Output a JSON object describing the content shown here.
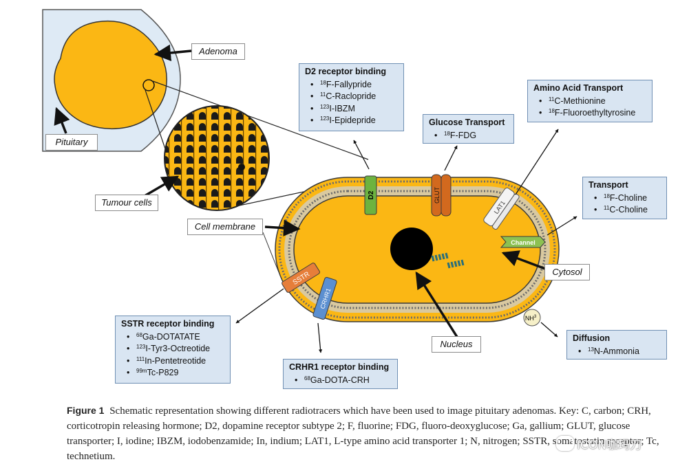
{
  "labels": {
    "adenoma": "Adenoma",
    "pituitary": "Pituitary",
    "tumour_cells": "Tumour cells",
    "cell_membrane": "Cell membrane",
    "cytosol": "Cytosol",
    "nucleus": "Nucleus"
  },
  "membrane_proteins": {
    "d2": "D2",
    "glut": "GLUT",
    "lat1": "LAT1",
    "channel": "Channel",
    "sstr": "SSTR",
    "crhr1": "CRHR1",
    "nh3": "NH",
    "nh3_sub": "3"
  },
  "boxes": {
    "d2": {
      "title": "D2 receptor binding",
      "items": [
        {
          "sup": "18",
          "text": "F-Fallypride"
        },
        {
          "sup": "11",
          "text": "C-Raclopride"
        },
        {
          "sup": "123",
          "text": "I-IBZM"
        },
        {
          "sup": "123",
          "text": "I-Epidepride"
        }
      ]
    },
    "glucose": {
      "title": "Glucose Transport",
      "items": [
        {
          "sup": "18",
          "text": "F-FDG"
        }
      ]
    },
    "amino": {
      "title": "Amino Acid Transport",
      "items": [
        {
          "sup": "11",
          "text": "C-Methionine"
        },
        {
          "sup": "18",
          "text": "F-Fluoroethyltyrosine"
        }
      ]
    },
    "transport": {
      "title": "Transport",
      "items": [
        {
          "sup": "18",
          "text": "F-Choline"
        },
        {
          "sup": "11",
          "text": "C-Choline"
        }
      ]
    },
    "diffusion": {
      "title": "Diffusion",
      "items": [
        {
          "sup": "13",
          "text": "N-Ammonia"
        }
      ]
    },
    "sstr": {
      "title": "SSTR receptor binding",
      "items": [
        {
          "sup": "68",
          "text": "Ga-DOTATATE"
        },
        {
          "sup": "123",
          "text": "I-Tyr3-Octreotide"
        },
        {
          "sup": "111",
          "text": "In-Pentetreotide"
        },
        {
          "sup": "99m",
          "text": "Tc-P829"
        }
      ]
    },
    "crhr1": {
      "title": "CRHR1 receptor binding",
      "items": [
        {
          "sup": "68",
          "text": "Ga-DOTA-CRH"
        }
      ]
    }
  },
  "caption": {
    "figure": "Figure 1",
    "text": "Schematic representation showing different radiotracers which have been used to image pituitary adenomas. Key: C, carbon; CRH, corticotropin releasing hormone; D2, dopamine receptor subtype 2; F, fluorine; FDG, fluoro-deoxyglucose; Ga, gallium; GLUT, glucose transporter; I, iodine; IBZM, iodobenzamide; In, indium; LAT1, L-type amino acid transporter 1; N, nitrogen; SSTR, somatostatin receptor; Tc, technetium."
  },
  "watermark": "ICON咖玛刀",
  "colors": {
    "tissue": "#fbb714",
    "box_fill": "#d9e5f2",
    "box_border": "#6f8fb3",
    "pituitary_bg": "#deeaf5",
    "d2_protein": "#6db33f",
    "glut_protein": "#d2691e",
    "sstr_protein": "#e67e3a",
    "crhr1_protein": "#5b8fd0",
    "channel_protein": "#8cc152"
  }
}
